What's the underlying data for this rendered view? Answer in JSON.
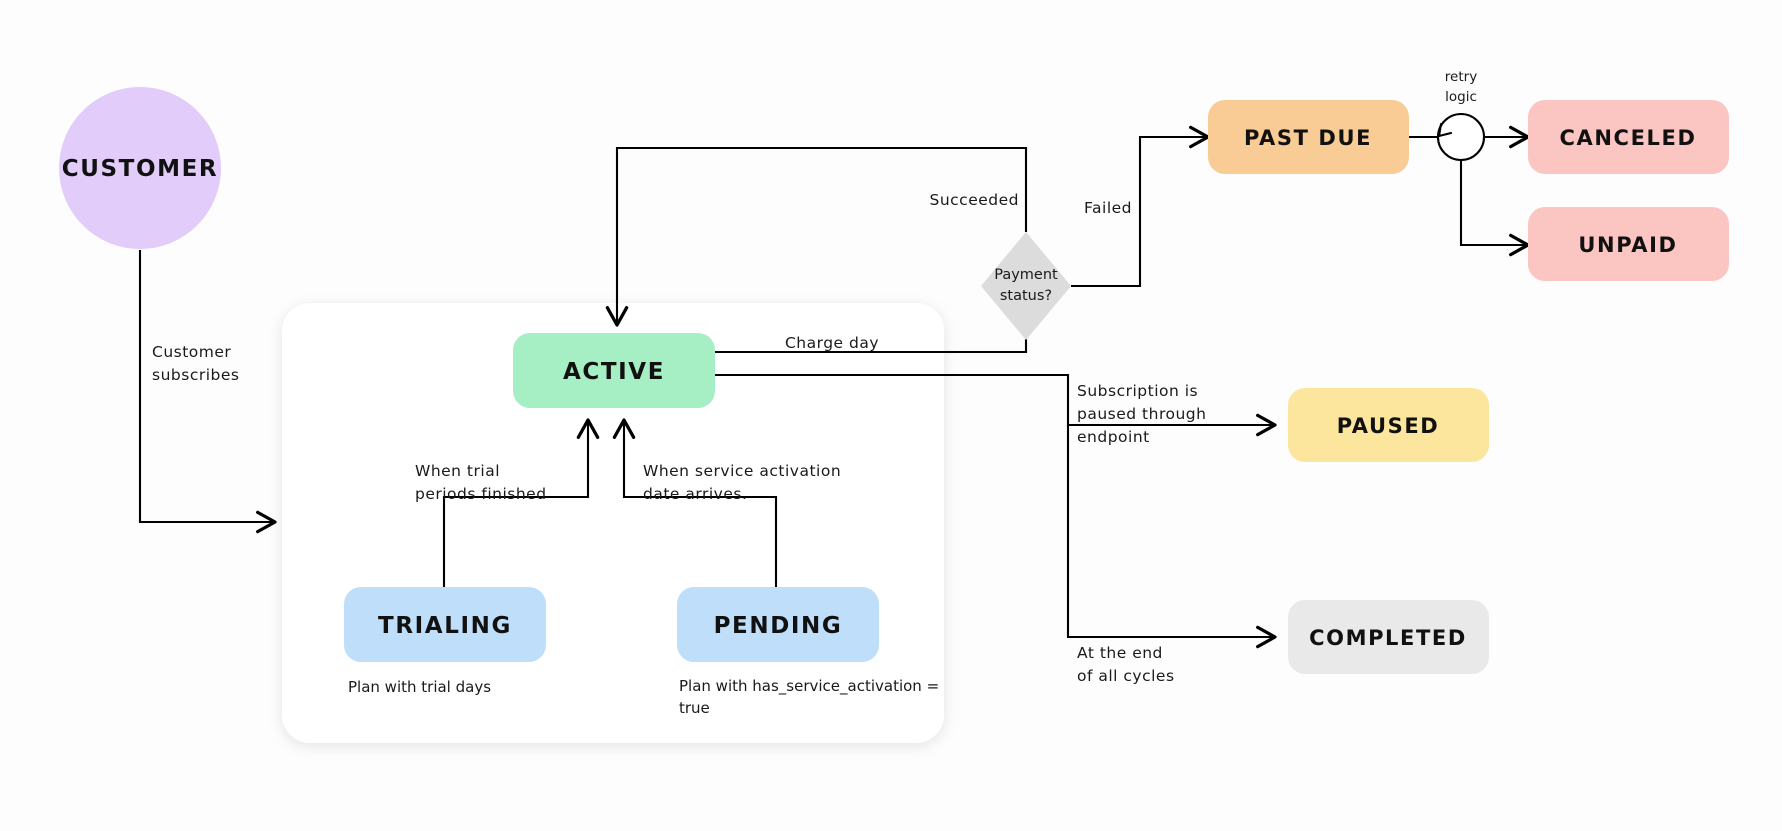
{
  "diagram": {
    "title": "Subscription lifecycle state diagram",
    "background": "#fdfdfd",
    "panel_fill": "#ffffff"
  },
  "nodes": {
    "customer": {
      "label": "CUSTOMER",
      "color": "#E2CCF9",
      "shape": "circle"
    },
    "active": {
      "label": "ACTIVE",
      "color": "#A6EEC3",
      "shape": "rounded-rect"
    },
    "trialing": {
      "label": "TRIALING",
      "color": "#BFDEFA",
      "shape": "rounded-rect"
    },
    "pending": {
      "label": "PENDING",
      "color": "#BFDEFA",
      "shape": "rounded-rect"
    },
    "past_due": {
      "label": "PAST DUE",
      "color": "#F9CC96",
      "shape": "rounded-rect"
    },
    "canceled": {
      "label": "CANCELED",
      "color": "#FBC5C2",
      "shape": "rounded-rect"
    },
    "unpaid": {
      "label": "UNPAID",
      "color": "#FBC5C2",
      "shape": "rounded-rect"
    },
    "paused": {
      "label": "PAUSED",
      "color": "#FCE59C",
      "shape": "rounded-rect"
    },
    "completed": {
      "label": "COMPLETED",
      "color": "#E9E9E9",
      "shape": "rounded-rect"
    },
    "payment_status": {
      "label_line1": "Payment",
      "label_line2": "status?",
      "color": "#DCDCDC",
      "shape": "diamond"
    },
    "retry_junction": {
      "label_line1": "retry",
      "label_line2": "logic",
      "color": "#ffffff",
      "shape": "circle-loop"
    }
  },
  "edge_labels": {
    "customer_subscribes_line1": "Customer",
    "customer_subscribes_line2": "subscribes",
    "trial_finished_line1": "When trial",
    "trial_finished_line2": "periods finished",
    "service_activation_line1": "When service activation",
    "service_activation_line2": "date arrives.",
    "charge_day": "Charge day",
    "succeeded": "Succeeded",
    "failed": "Failed",
    "paused_line1": "Subscription is",
    "paused_line2": "paused through",
    "paused_line3": "endpoint",
    "completed_line1": "At the end",
    "completed_line2": "of all cycles"
  },
  "captions": {
    "trialing_note": "Plan with trial days",
    "pending_note_line1": "Plan with has_service_activation =",
    "pending_note_line2": "true"
  }
}
